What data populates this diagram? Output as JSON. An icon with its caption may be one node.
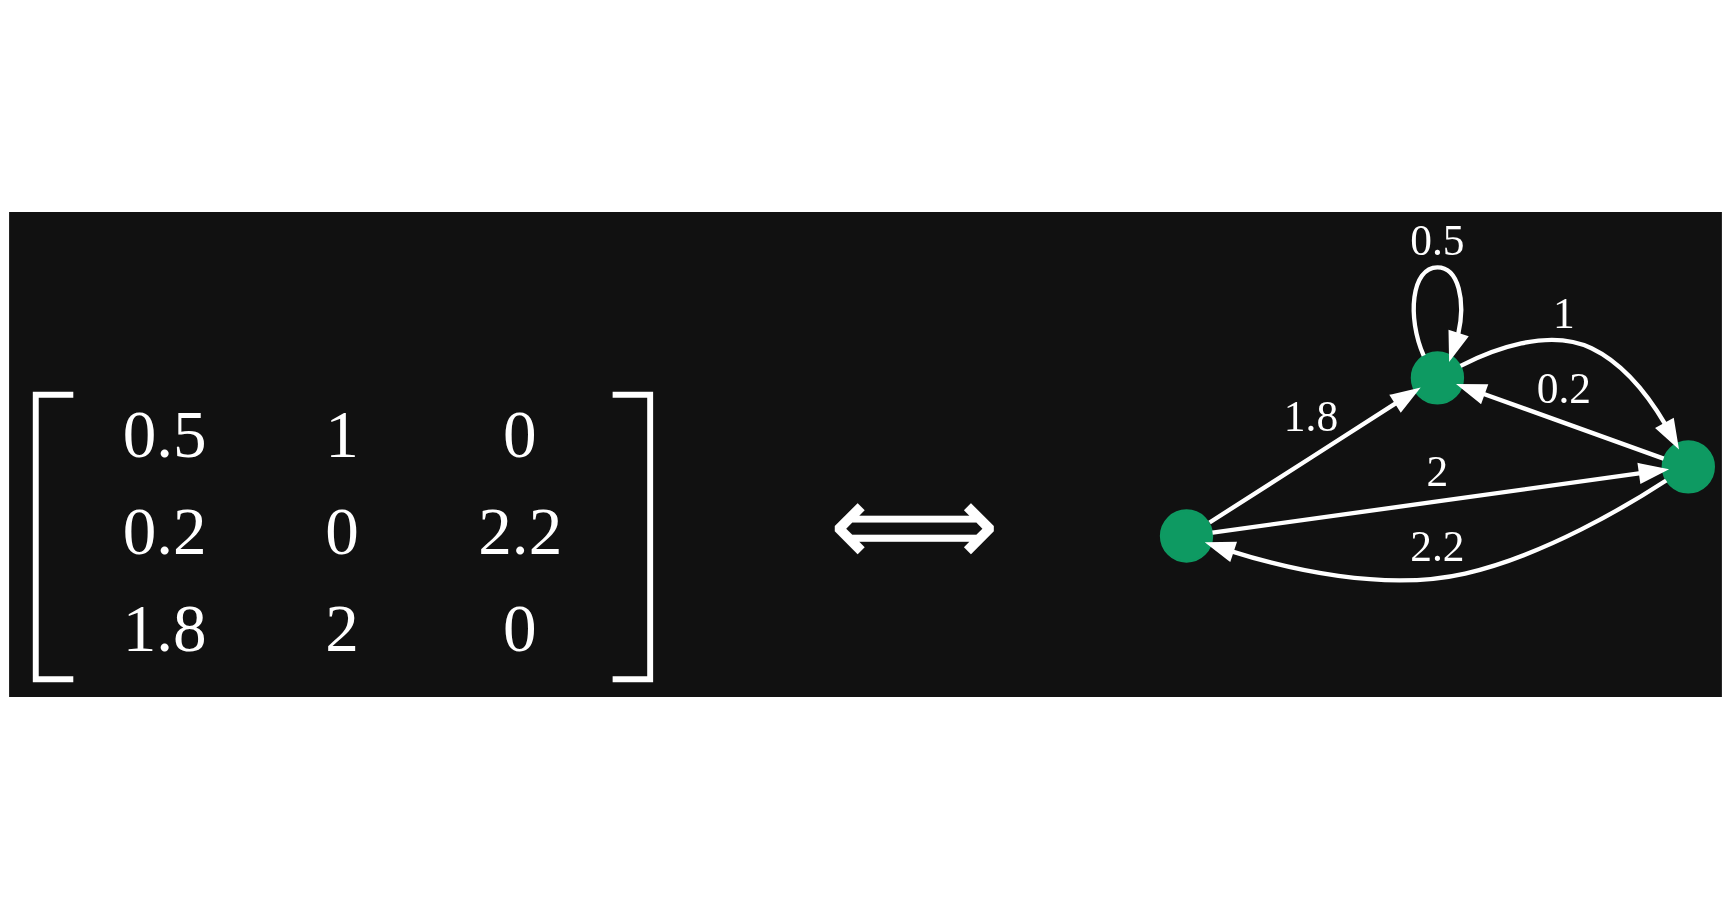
{
  "diagram": {
    "nodes": [
      {
        "text": [],
        "shape": "circle"
      },
      {
        "text": [],
        "shape": "circle"
      },
      {
        "text": [],
        "shape": "circle"
      }
    ],
    "edges": [
      {
        "from": 0,
        "to": 0,
        "arrow": "to",
        "label": "0.5"
      },
      {
        "from": 1,
        "to": 0,
        "arrow": "to",
        "label": "1.8"
      },
      {
        "from": 2,
        "to": 0,
        "arrow": "to",
        "label": "0.2"
      },
      {
        "from": 0,
        "to": 2,
        "arrow": "to",
        "label": "1"
      },
      {
        "from": 1,
        "to": 2,
        "arrow": "to",
        "label": "2"
      },
      {
        "from": 2,
        "to": 1,
        "arrow": "to",
        "label": "2.2"
      }
    ],
    "labels": [
      "0.5",
      "1",
      "0",
      "0.2",
      "0",
      "2.2",
      "1.8",
      "2",
      "0",
      "⟺"
    ]
  }
}
